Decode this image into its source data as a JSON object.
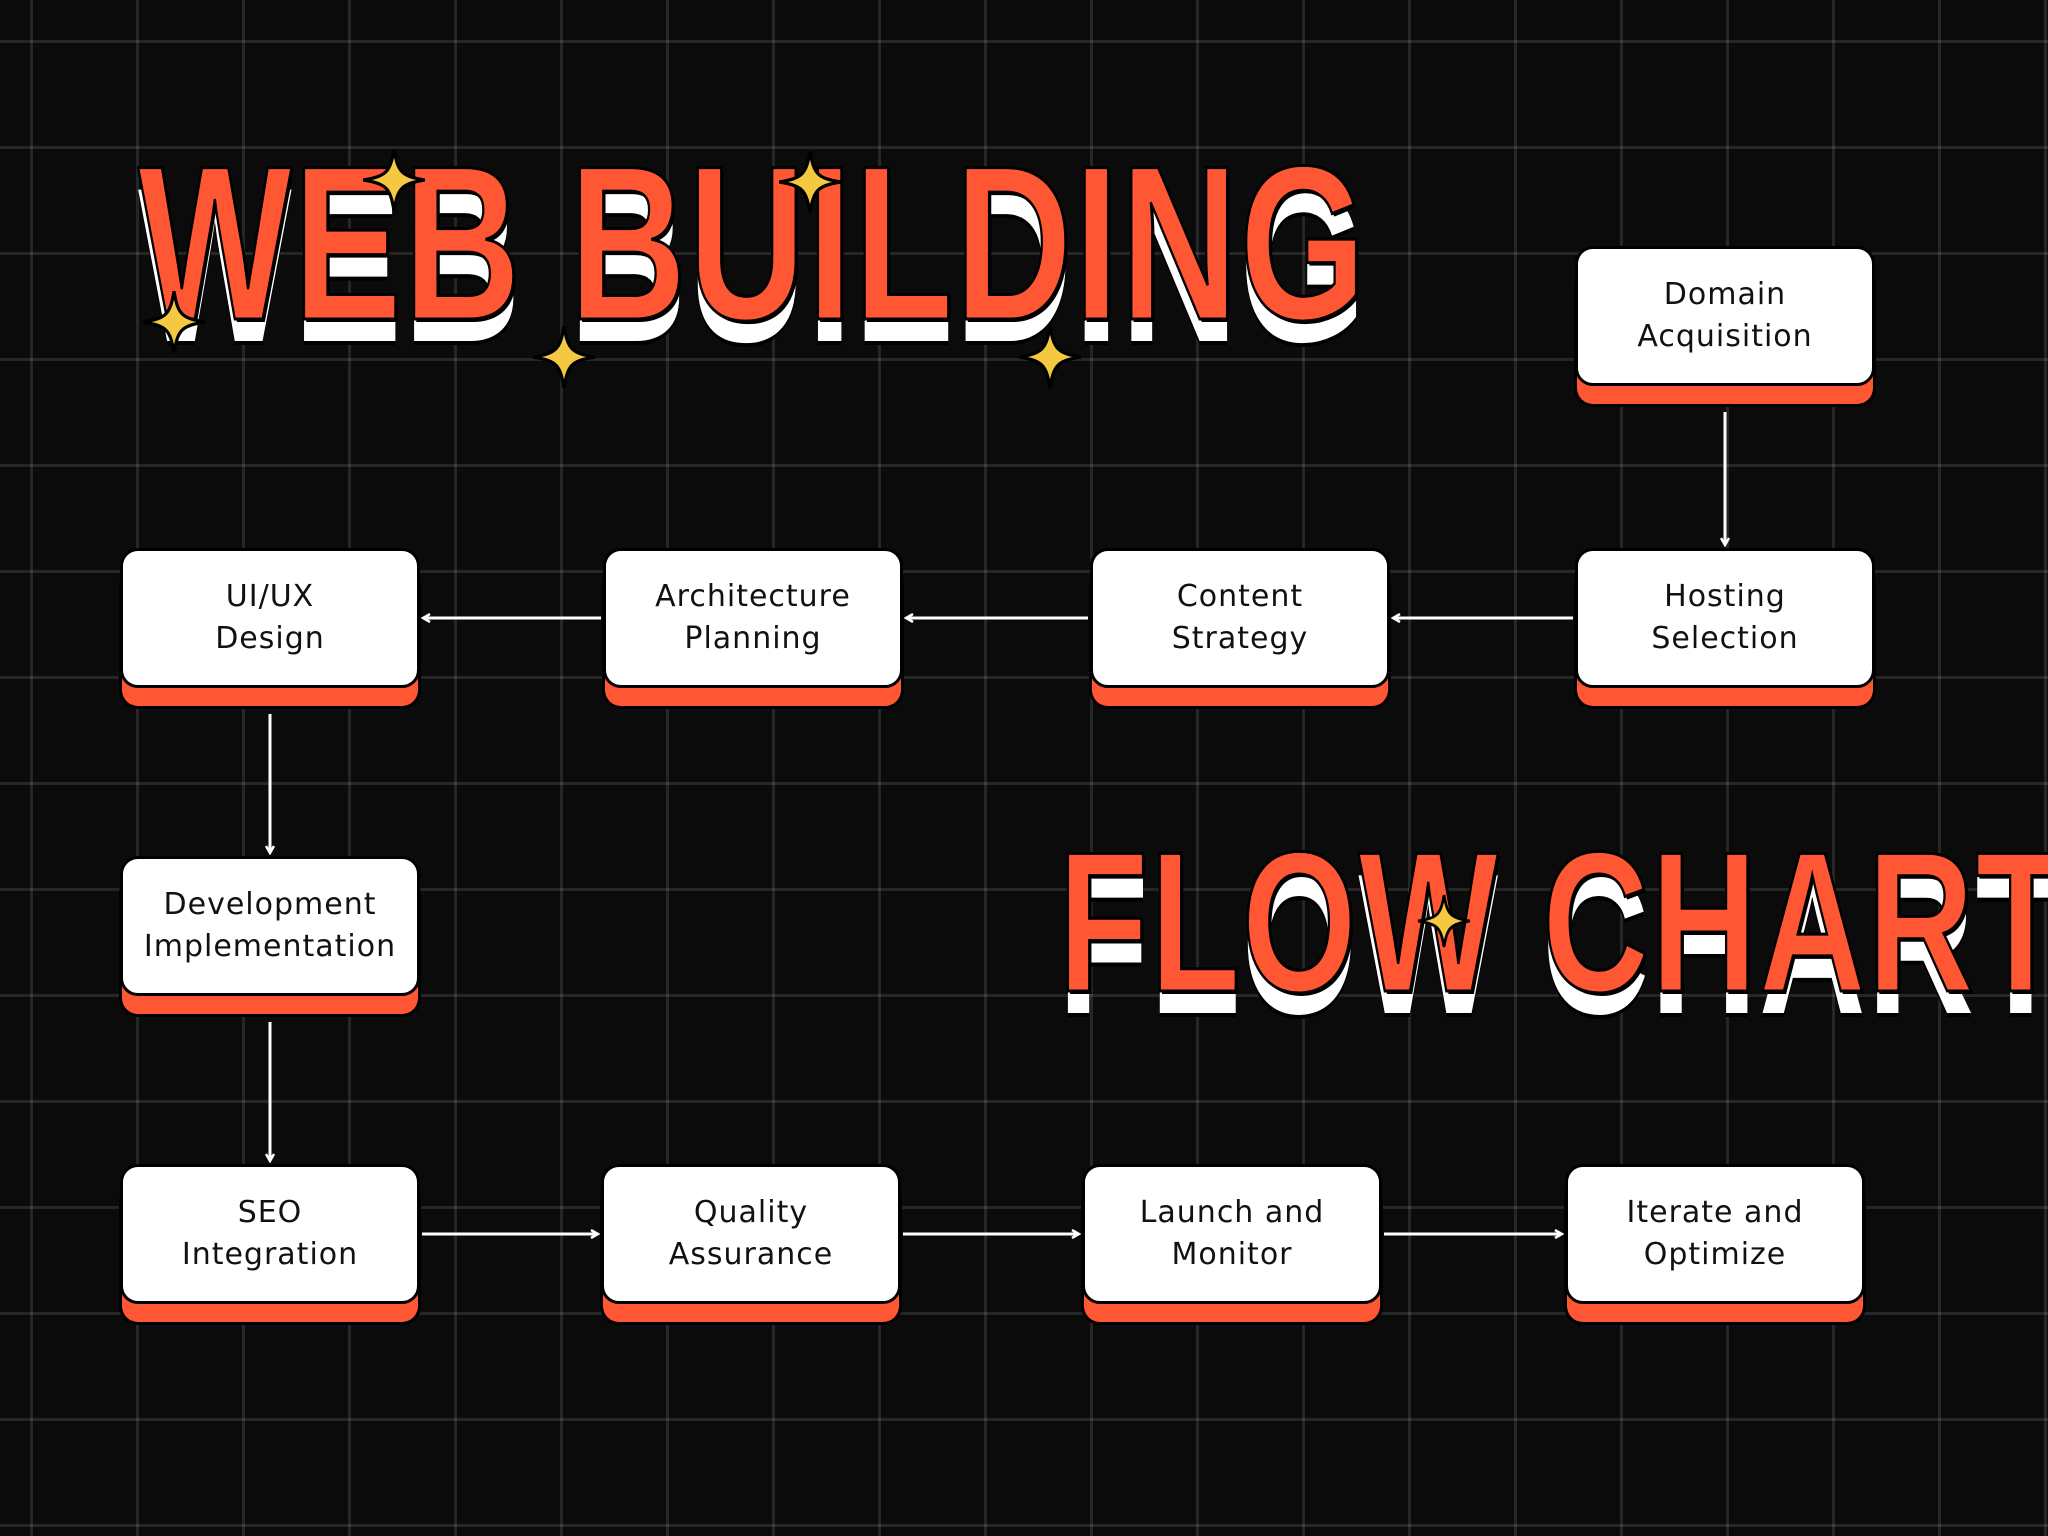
{
  "colors": {
    "accent": "#ff5733",
    "sparkle": "#f5c842",
    "background": "#0b0b0b"
  },
  "header": {
    "title_line1": "WEB BUILDING",
    "title_line2": "FLOW CHART"
  },
  "nodes": [
    {
      "id": "domain",
      "label": "Domain\nAcquisition"
    },
    {
      "id": "hosting",
      "label": "Hosting\nSelection"
    },
    {
      "id": "content",
      "label": "Content\nStrategy"
    },
    {
      "id": "architecture",
      "label": "Architecture\nPlanning"
    },
    {
      "id": "uiux",
      "label": "UI/UX\nDesign"
    },
    {
      "id": "development",
      "label": "Development\nImplementation"
    },
    {
      "id": "seo",
      "label": "SEO\nIntegration"
    },
    {
      "id": "qa",
      "label": "Quality\nAssurance"
    },
    {
      "id": "launch",
      "label": "Launch and\nMonitor"
    },
    {
      "id": "iterate",
      "label": "Iterate and\nOptimize"
    }
  ],
  "edges": [
    {
      "from": "domain",
      "to": "hosting"
    },
    {
      "from": "hosting",
      "to": "content"
    },
    {
      "from": "content",
      "to": "architecture"
    },
    {
      "from": "architecture",
      "to": "uiux"
    },
    {
      "from": "uiux",
      "to": "development"
    },
    {
      "from": "development",
      "to": "seo"
    },
    {
      "from": "seo",
      "to": "qa"
    },
    {
      "from": "qa",
      "to": "launch"
    },
    {
      "from": "launch",
      "to": "iterate"
    }
  ]
}
